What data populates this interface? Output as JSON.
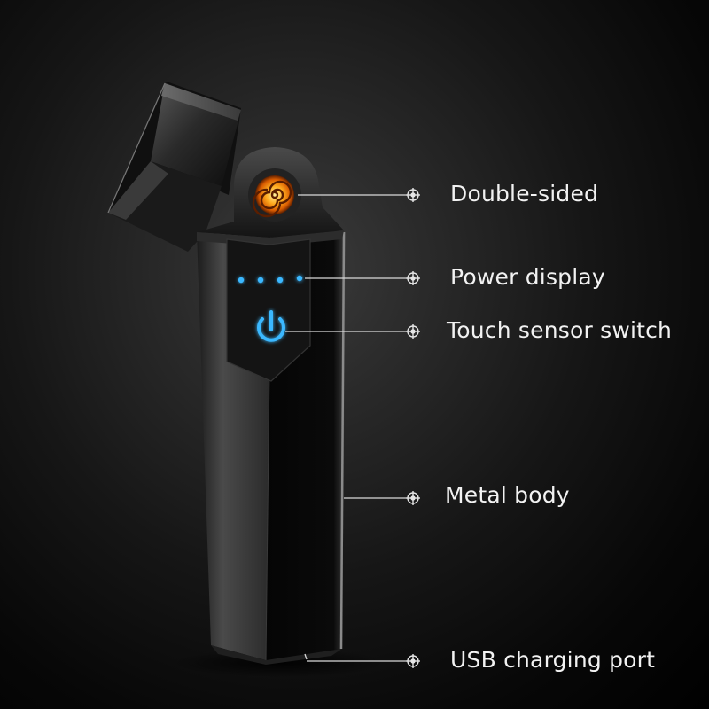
{
  "callouts": [
    {
      "id": "double-sided",
      "label": "Double-sided"
    },
    {
      "id": "power-display",
      "label": "Power display"
    },
    {
      "id": "touch-sensor-switch",
      "label": "Touch sensor switch"
    },
    {
      "id": "metal-body",
      "label": "Metal body"
    },
    {
      "id": "usb-charging-port",
      "label": "USB charging port"
    }
  ],
  "colors": {
    "background": "#000000",
    "label_text": "#f2f2f2",
    "led_blue": "#3ab8ff",
    "coil_orange": "#ff9a1a",
    "leader_line": "#d9d9d9"
  },
  "icons": [
    "heating-coil-icon",
    "power-icon",
    "crosshair-marker-icon"
  ],
  "power_display": {
    "led_count": 4
  }
}
